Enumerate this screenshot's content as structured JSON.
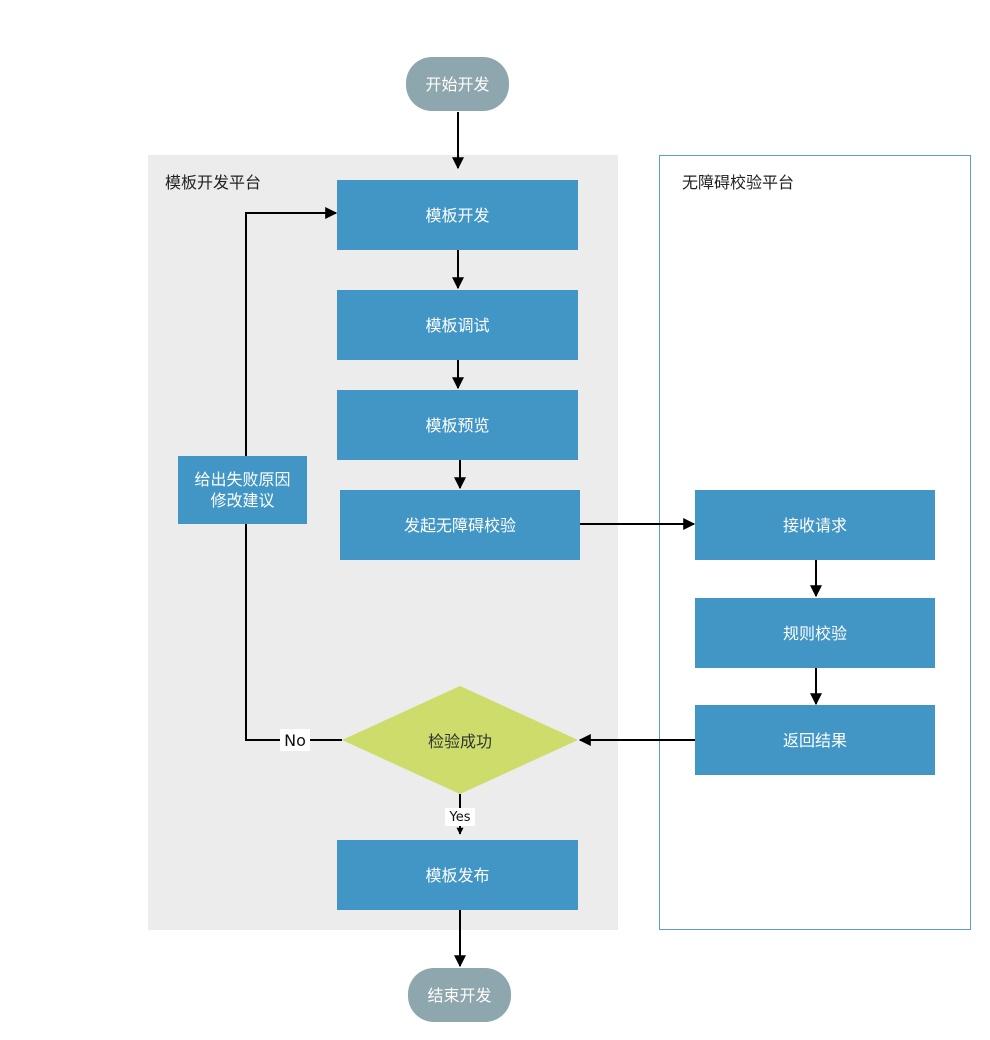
{
  "lanes": {
    "template_platform": "模板开发平台",
    "a11y_platform": "无障碍校验平台"
  },
  "nodes": {
    "start": "开始开发",
    "develop": "模板开发",
    "debug": "模板调试",
    "preview": "模板预览",
    "initiate_check": "发起无障碍校验",
    "receive": "接收请求",
    "rule_check": "规则校验",
    "return_result": "返回结果",
    "decision": "检验成功",
    "feedback_line1": "给出失败原因",
    "feedback_line2": "修改建议",
    "publish": "模板发布",
    "end": "结束开发"
  },
  "edges": {
    "no_label": "No",
    "yes_label": "Yes"
  },
  "colors": {
    "process": "#4196c6",
    "terminal": "#8ea6ad",
    "decision": "#cddc6a",
    "lane_fill": "#ececec",
    "lane_border": "#5f9fbf"
  }
}
